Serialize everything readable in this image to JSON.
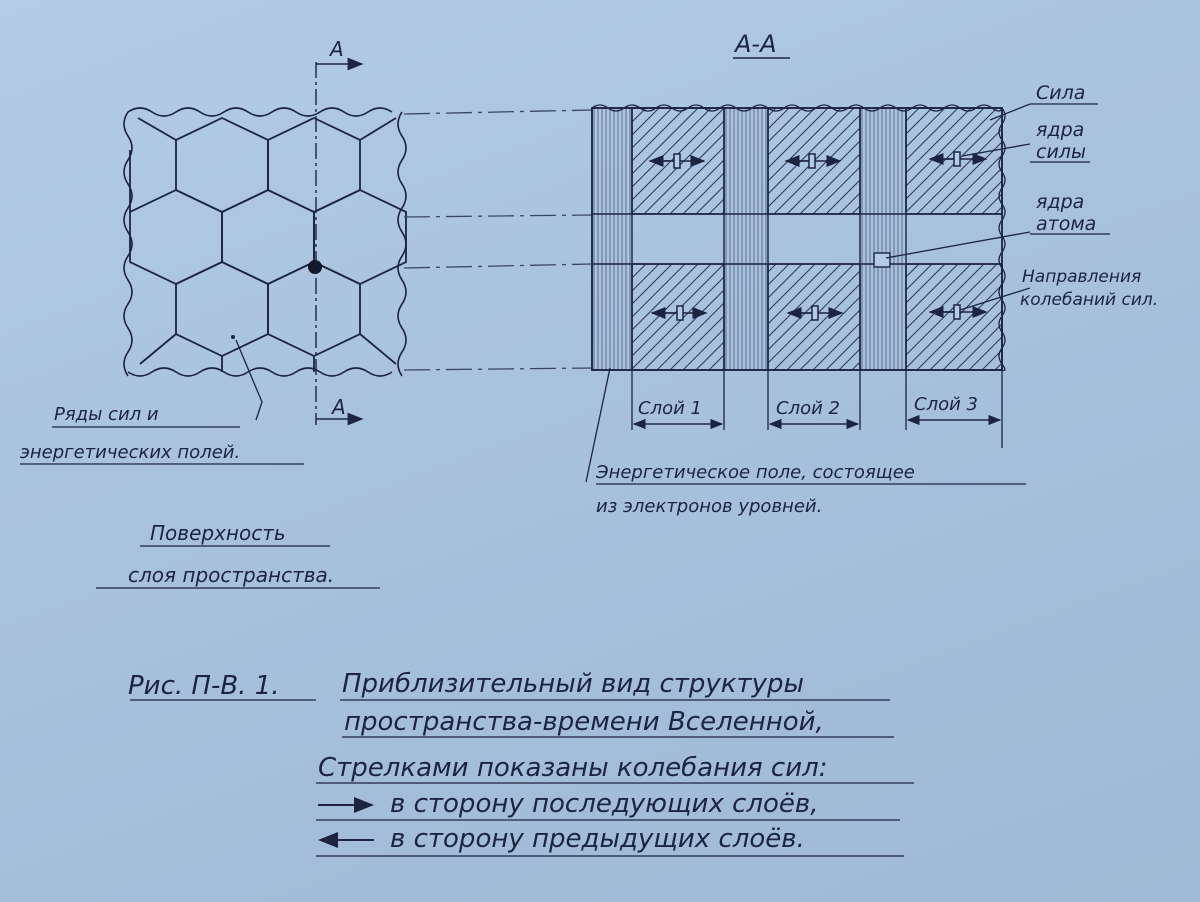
{
  "section_marks": {
    "top": "A",
    "bottom": "A",
    "view": "A-A"
  },
  "labels": {
    "force": "Сила",
    "force_cores": [
      "ядра",
      "силы"
    ],
    "atom_cores": [
      "ядра",
      "атома"
    ],
    "oscillation_direction": [
      "Направления",
      "колебаний сил."
    ],
    "layer_1": "Слой 1",
    "layer_2": "Слой 2",
    "layer_3": "Слой 3",
    "rows_of_forces": [
      "Ряды сил и",
      "энергетических полей."
    ],
    "surface": [
      "Поверхность",
      "слоя пространства."
    ],
    "energy_field": [
      "Энергетическое поле, состоящее",
      "из электронов уровней."
    ]
  },
  "caption": {
    "figure_number": "Рис. П-В. 1.",
    "line1": "Приблизительный вид структуры",
    "line2": "пространства-времени Вселенной,",
    "line3": "Стрелками показаны колебания сил:",
    "line4": "в сторону последующих слоёв,",
    "line5": "в сторону предыдущих слоёв."
  },
  "colors": {
    "paper": "#a9c2de",
    "ink": "#1c2440",
    "pencil": "#3a4660"
  }
}
